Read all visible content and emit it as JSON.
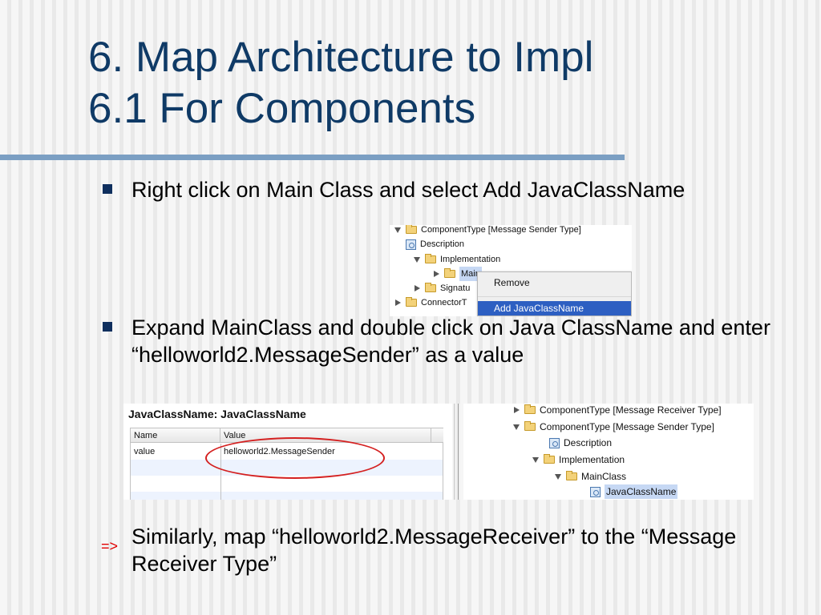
{
  "title": {
    "line1": "6. Map Architecture to Impl",
    "line2": "6.1 For Components"
  },
  "bullets": [
    {
      "text": "Right click on Main Class and select Add JavaClassName"
    },
    {
      "text": "Expand MainClass and double click on Java ClassName and enter “helloworld2.MessageSender” as a value"
    },
    {
      "arrow": "=>",
      "text": "Similarly, map “helloworld2.MessageReceiver” to the “Message Receiver Type”"
    }
  ],
  "tree1": {
    "rows": [
      {
        "label": "ComponentType [Message Sender Type]",
        "expander": "down",
        "icon": "folder-icon"
      },
      {
        "label": "Description",
        "expander": "none",
        "icon": "node-icon"
      },
      {
        "label": "Implementation",
        "expander": "down",
        "icon": "folder-icon"
      },
      {
        "label": "Main",
        "expander": "right",
        "icon": "folder-icon"
      },
      {
        "label": "Signatu",
        "expander": "right",
        "icon": "folder-icon"
      },
      {
        "label": "ConnectorT",
        "expander": "right",
        "icon": "folder-icon"
      }
    ],
    "context_menu": {
      "items": [
        "Remove",
        "Add JavaClassName"
      ],
      "highlighted": "Add JavaClassName",
      "highlight_color": "#2d5fc2"
    }
  },
  "properties": {
    "header": "JavaClassName: JavaClassName",
    "columns": [
      "Name",
      "Value"
    ],
    "rows": [
      {
        "name": "value",
        "value": "helloworld2.MessageSender"
      }
    ],
    "annotation_color": "#d42020"
  },
  "tree2": {
    "rows": [
      {
        "label": "ComponentType [Message Receiver Type]",
        "expander": "right",
        "icon": "folder-icon"
      },
      {
        "label": "ComponentType [Message Sender Type]",
        "expander": "down",
        "icon": "folder-icon"
      },
      {
        "label": "Description",
        "expander": "none",
        "icon": "node-icon"
      },
      {
        "label": "Implementation",
        "expander": "down",
        "icon": "folder-icon"
      },
      {
        "label": "MainClass",
        "expander": "down",
        "icon": "folder-icon"
      },
      {
        "label": "JavaClassName",
        "expander": "none",
        "icon": "node-icon",
        "selected": true
      }
    ]
  },
  "colors": {
    "title": "#0f3a66",
    "rule": "#7b9fc3",
    "bullet": "#0f2f5e",
    "arrow": "#e00000"
  }
}
